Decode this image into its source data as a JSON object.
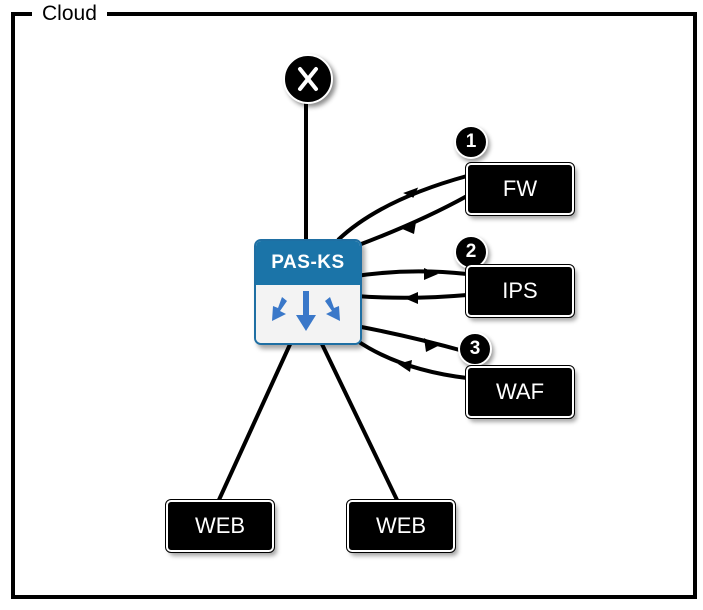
{
  "frame": {
    "label": "Cloud"
  },
  "gateway": {
    "title": "PAS-KS",
    "icon": "load-balancer-arrows-icon"
  },
  "internet_node": {
    "icon": "x-icon"
  },
  "services": [
    {
      "label": "FW",
      "step": "1"
    },
    {
      "label": "IPS",
      "step": "2"
    },
    {
      "label": "WAF",
      "step": "3"
    }
  ],
  "servers": [
    {
      "label": "WEB"
    },
    {
      "label": "WEB"
    }
  ],
  "colors": {
    "accent": "#1b74a8",
    "arrow": "#3a78c9",
    "node": "#000000"
  }
}
